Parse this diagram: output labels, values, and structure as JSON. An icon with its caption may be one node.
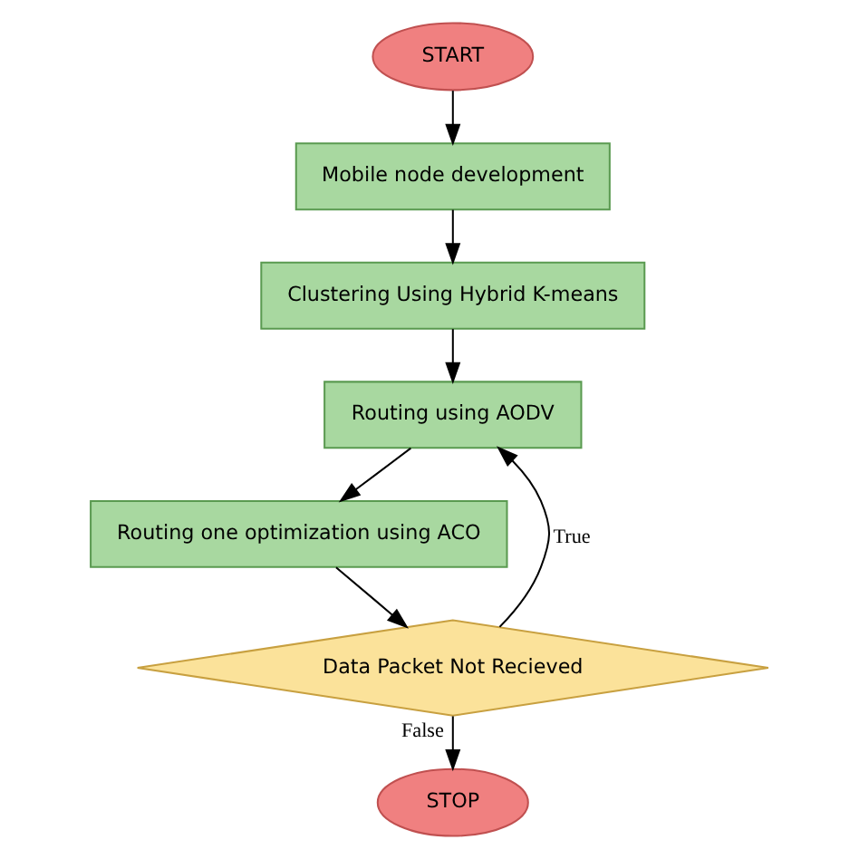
{
  "diagram": {
    "nodes": [
      {
        "text": [
          "START"
        ]
      },
      {
        "text": [
          "Mobile node development"
        ]
      },
      {
        "text": [
          "Clustering Using Hybrid K-means"
        ]
      },
      {
        "text": [
          "Routing using AODV"
        ]
      },
      {
        "text": [
          "Routing one optimization using ACO"
        ]
      },
      {
        "text": [
          "Data Packet Not Recieved"
        ]
      },
      {
        "text": [
          "STOP"
        ]
      }
    ],
    "edges": [
      {
        "from": 0,
        "to": 1,
        "arrow": "to"
      },
      {
        "from": 1,
        "to": 2,
        "arrow": "to"
      },
      {
        "from": 2,
        "to": 3,
        "arrow": "to"
      },
      {
        "from": 3,
        "to": 4,
        "arrow": "to"
      },
      {
        "from": 4,
        "to": 5,
        "arrow": "to"
      },
      {
        "from": 5,
        "to": 3,
        "label": "True",
        "arrow": "to"
      },
      {
        "from": 5,
        "to": 6,
        "label": "False",
        "arrow": "to"
      }
    ]
  }
}
